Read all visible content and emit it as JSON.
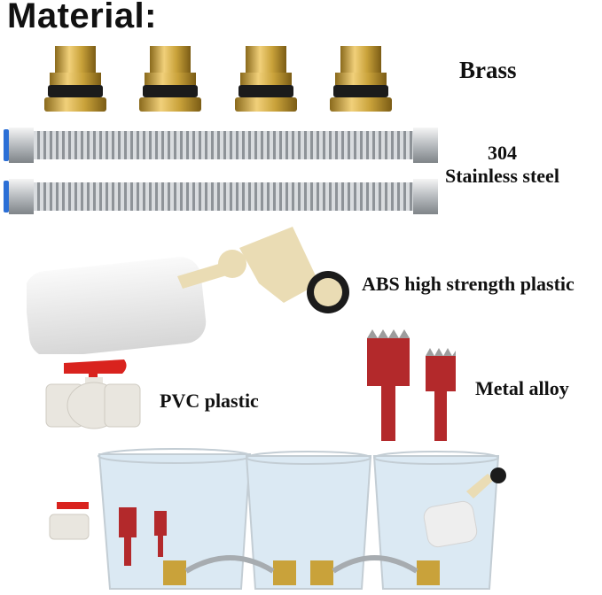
{
  "title": "Material:",
  "labels": {
    "brass": "Brass",
    "steel_line1": "304",
    "steel_line2": "Stainless steel",
    "abs": "ABS high strength plastic",
    "pvc": "PVC plastic",
    "metal": "Metal alloy"
  },
  "colors": {
    "brass": "#c9a23a",
    "steel": "#c8ccd0",
    "abs_white": "#eeeeee",
    "abs_beige": "#eadcb4",
    "pvc_red": "#d9231e",
    "pvc_white": "#e9e6df",
    "holesaw_red": "#b3292b",
    "bucket_water": "#dbe9f3"
  }
}
